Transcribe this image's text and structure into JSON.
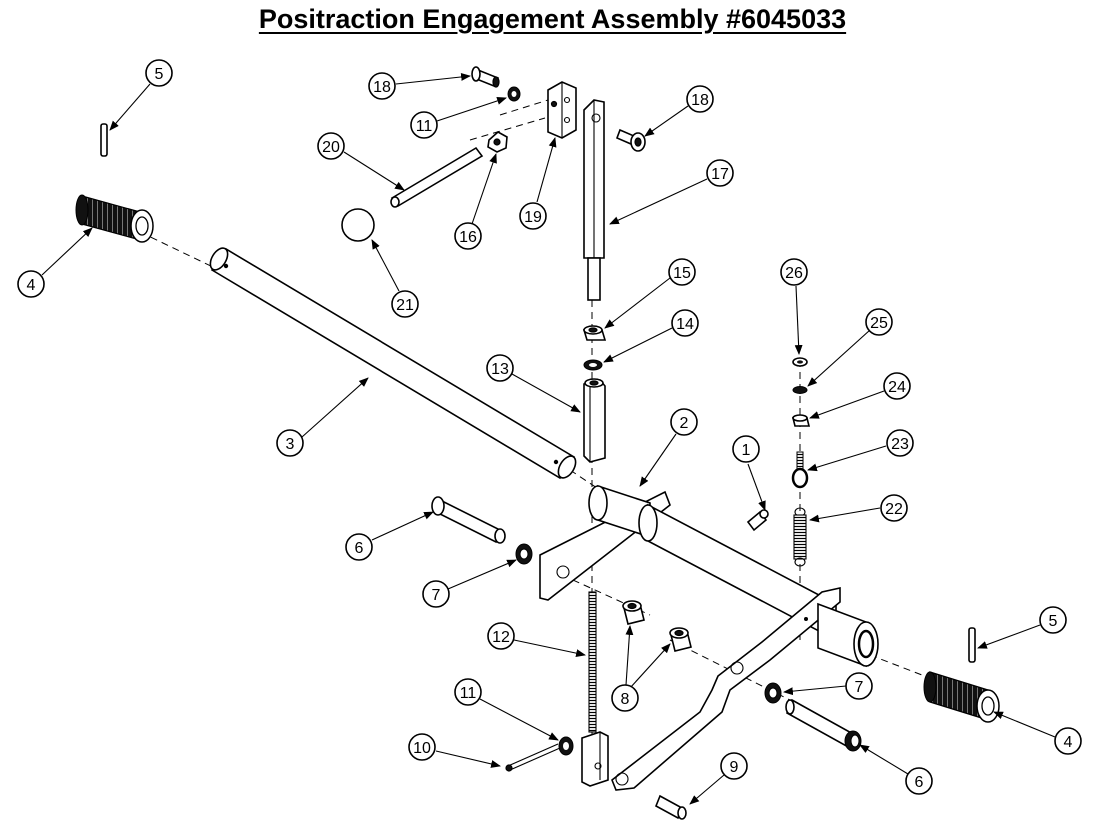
{
  "title": "Positraction Engagement Assembly #6045033",
  "callouts": [
    {
      "id": "c1",
      "label": "1"
    },
    {
      "id": "c2",
      "label": "2"
    },
    {
      "id": "c3",
      "label": "3"
    },
    {
      "id": "c4a",
      "label": "4"
    },
    {
      "id": "c4b",
      "label": "4"
    },
    {
      "id": "c5a",
      "label": "5"
    },
    {
      "id": "c5b",
      "label": "5"
    },
    {
      "id": "c6a",
      "label": "6"
    },
    {
      "id": "c6b",
      "label": "6"
    },
    {
      "id": "c7a",
      "label": "7"
    },
    {
      "id": "c7b",
      "label": "7"
    },
    {
      "id": "c8",
      "label": "8"
    },
    {
      "id": "c9",
      "label": "9"
    },
    {
      "id": "c10",
      "label": "10"
    },
    {
      "id": "c11a",
      "label": "11"
    },
    {
      "id": "c11b",
      "label": "11"
    },
    {
      "id": "c12",
      "label": "12"
    },
    {
      "id": "c13",
      "label": "13"
    },
    {
      "id": "c14",
      "label": "14"
    },
    {
      "id": "c15",
      "label": "15"
    },
    {
      "id": "c16",
      "label": "16"
    },
    {
      "id": "c17",
      "label": "17"
    },
    {
      "id": "c18a",
      "label": "18"
    },
    {
      "id": "c18b",
      "label": "18"
    },
    {
      "id": "c19",
      "label": "19"
    },
    {
      "id": "c20",
      "label": "20"
    },
    {
      "id": "c21",
      "label": "21"
    },
    {
      "id": "c22",
      "label": "22"
    },
    {
      "id": "c23",
      "label": "23"
    },
    {
      "id": "c24",
      "label": "24"
    },
    {
      "id": "c25",
      "label": "25"
    },
    {
      "id": "c26",
      "label": "26"
    }
  ]
}
